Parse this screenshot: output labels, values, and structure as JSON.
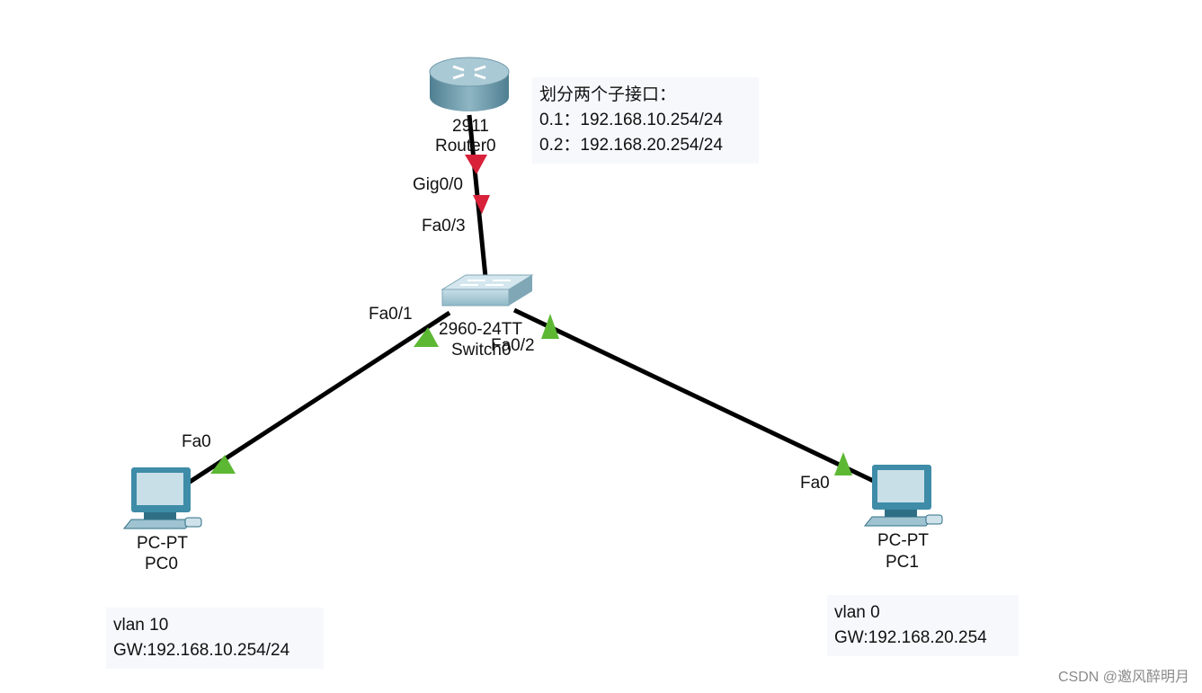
{
  "devices": {
    "router": {
      "model": "2911",
      "name": "Router0"
    },
    "switch": {
      "model": "2960-24TT",
      "name": "Switch0"
    },
    "pc0": {
      "model": "PC-PT",
      "name": "PC0"
    },
    "pc1": {
      "model": "PC-PT",
      "name": "PC1"
    }
  },
  "links": [
    {
      "from": "Router0",
      "from_port": "Gig0/0",
      "to": "Switch0",
      "to_port": "Fa0/3",
      "status_color": "#d9213a"
    },
    {
      "from": "Switch0",
      "from_port": "Fa0/1",
      "to": "PC0",
      "to_port": "Fa0",
      "status_color": "#5cb833"
    },
    {
      "from": "Switch0",
      "from_port": "Fa0/2",
      "to": "PC1",
      "to_port": "Fa0",
      "status_color": "#5cb833"
    }
  ],
  "ports": {
    "router_gig": "Gig0/0",
    "switch_fa03": "Fa0/3",
    "switch_fa01": "Fa0/1",
    "switch_fa02": "Fa0/2",
    "pc0_fa0": "Fa0",
    "pc1_fa0": "Fa0"
  },
  "notes": {
    "router": {
      "title": "划分两个子接口：",
      "line1": "0.1：192.168.10.254/24",
      "line2": "0.2：192.168.20.254/24"
    },
    "pc0": {
      "line1": "vlan 10",
      "line2": "GW:192.168.10.254/24"
    },
    "pc1": {
      "line1": "vlan 0",
      "line2": "GW:192.168.20.254"
    }
  },
  "watermark": "CSDN @邀风醉明月",
  "colors": {
    "link_down": "#d9213a",
    "link_up": "#5cb833",
    "cable": "#000000",
    "note_bg": "#f7f8fc"
  }
}
